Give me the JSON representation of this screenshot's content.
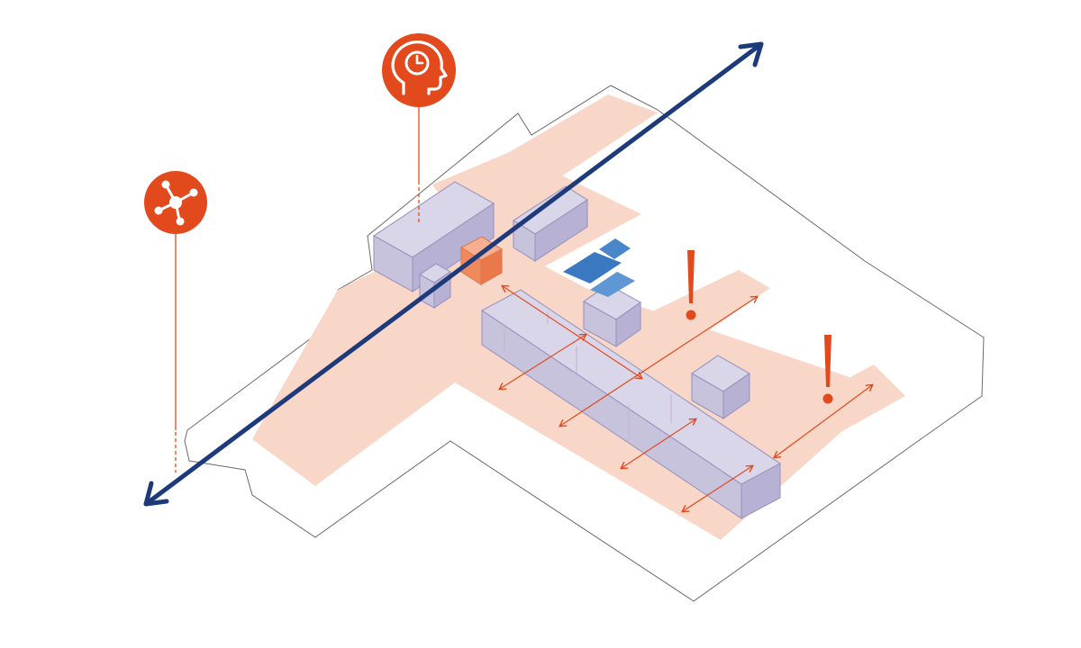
{
  "diagram": {
    "type": "isometric-site-plan",
    "colors": {
      "background": "#ffffff",
      "outline": "#6b6b6b",
      "circulation_zone": "#f9d7c8",
      "building_fill": "#c7c3dd",
      "building_stroke": "#9a95bf",
      "highlight_block": "#f08a5d",
      "main_axis": "#1d3a7a",
      "accent": "#e24a1e",
      "solar_panels": "#3a78c2"
    },
    "icons": [
      {
        "name": "head-clock-icon",
        "meaning": "time"
      },
      {
        "name": "network-node-icon",
        "meaning": "connectivity"
      },
      {
        "name": "exclamation-icon",
        "meaning": "alert"
      },
      {
        "name": "exclamation-icon",
        "meaning": "alert"
      }
    ],
    "elements": {
      "main_axis": "bidirectional-arrow",
      "cross_arrows": 6,
      "buildings": 6
    }
  }
}
